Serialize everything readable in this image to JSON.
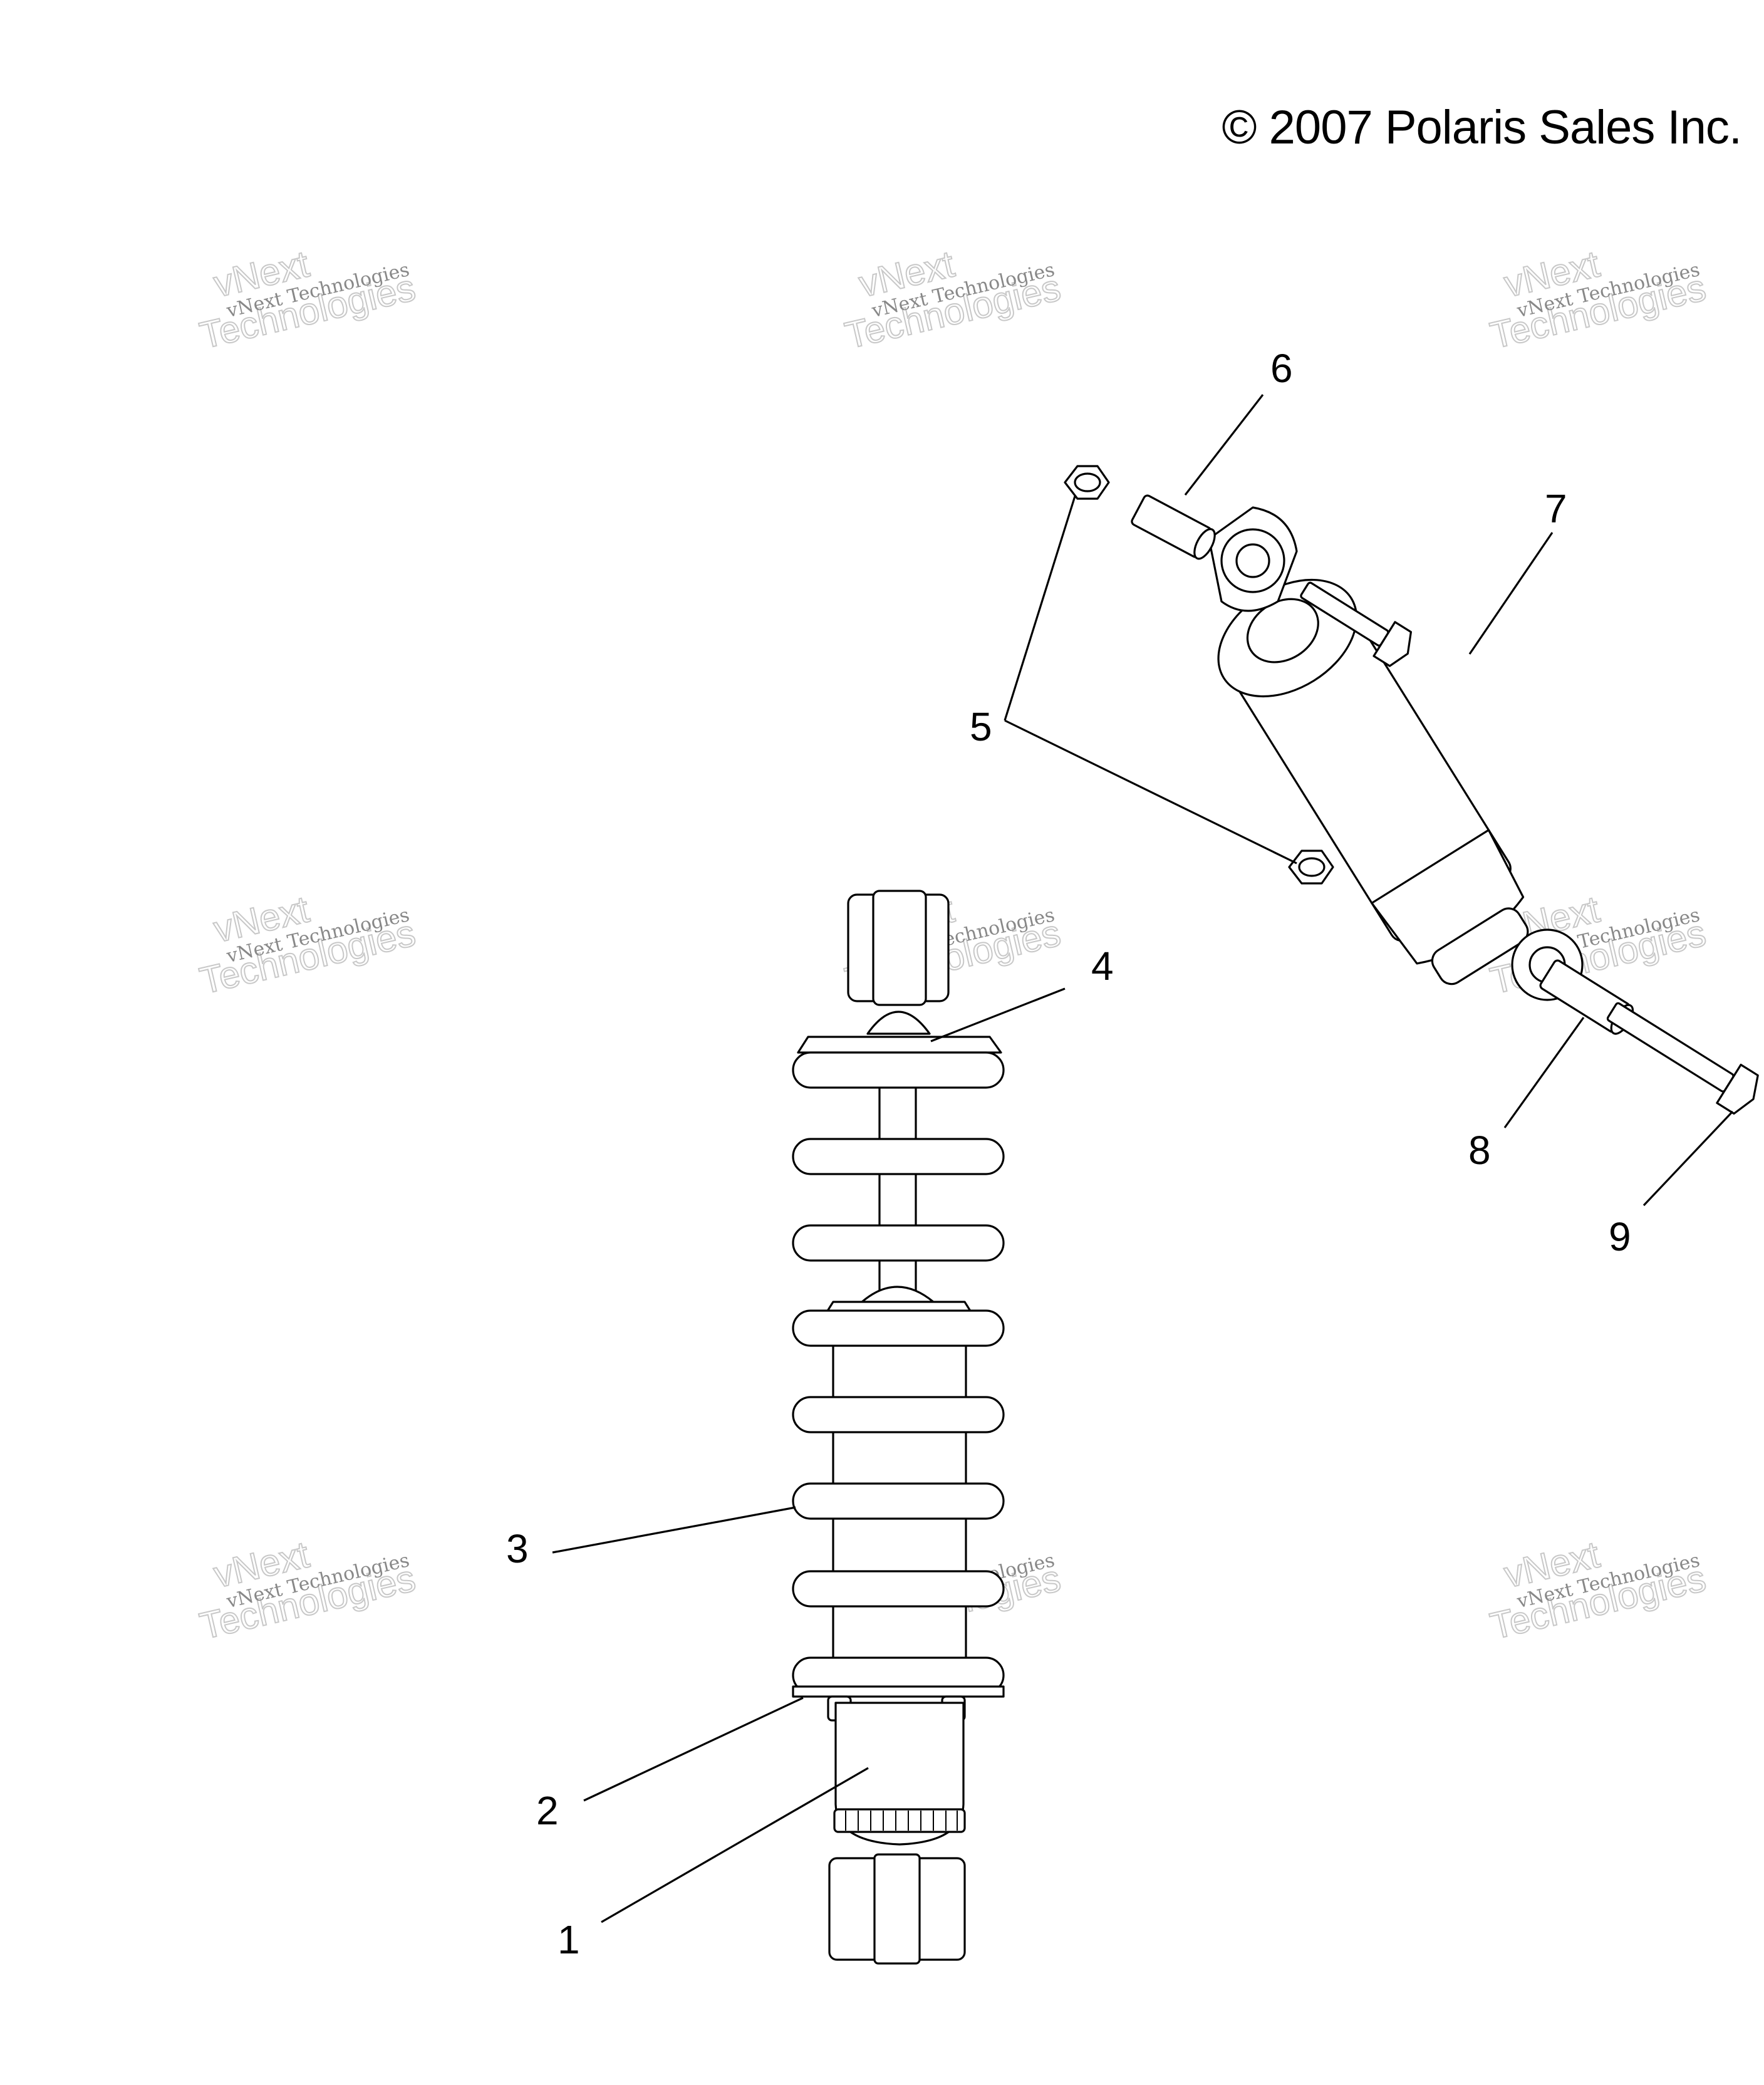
{
  "copyright": "© 2007 Polaris Sales Inc.",
  "callouts": [
    "1",
    "2",
    "3",
    "4",
    "5",
    "6",
    "7",
    "8",
    "9"
  ],
  "watermark": {
    "line1": "vNext Technologies",
    "line2": "vNext",
    "line3": "Technologies"
  }
}
